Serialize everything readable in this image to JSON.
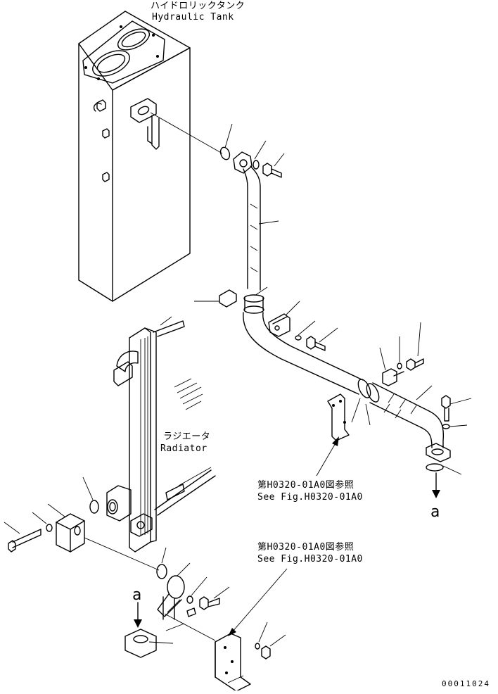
{
  "labels": {
    "hydraulic_tank_jp": "ハイドロリックタンク",
    "hydraulic_tank_en": "Hydraulic Tank",
    "radiator_jp": "ラジエータ",
    "radiator_en": "Radiator",
    "see_fig_upper_jp": "第H0320-01A0図参照",
    "see_fig_upper_en": "See Fig.H0320-01A0",
    "see_fig_lower_jp": "第H0320-01A0図参照",
    "see_fig_lower_en": "See Fig.H0320-01A0",
    "ref_a_right": "a",
    "ref_a_left": "a",
    "drawing_number": "00011024"
  }
}
